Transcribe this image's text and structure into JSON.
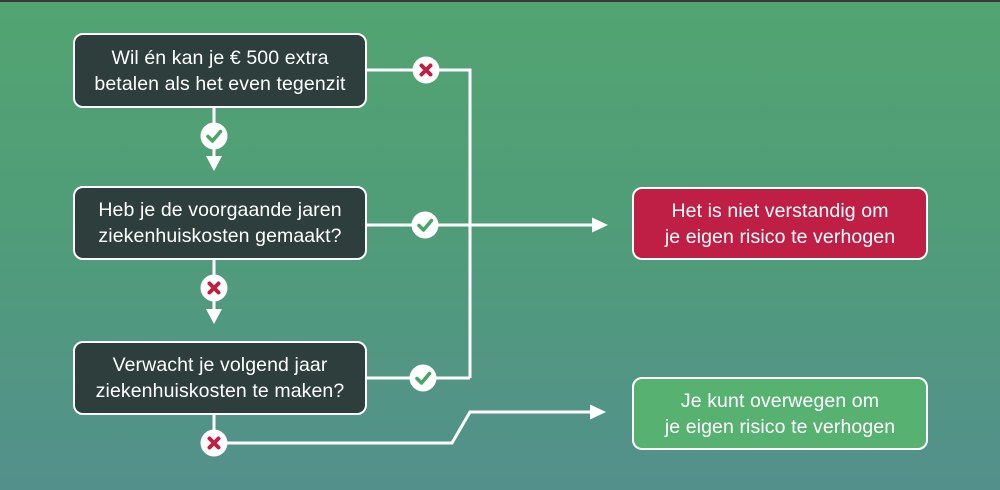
{
  "background": {
    "gradient_top": "#52a471",
    "gradient_bottom": "#53908c",
    "top_edge_line": "#3a3a3a"
  },
  "colors": {
    "question_box": "#2d3e3c",
    "outcome_negative": "#c01f45",
    "outcome_positive": "#57b171",
    "connector_line": "#ffffff",
    "badge_circle": "#ffffff",
    "check_green": "#4ca568",
    "cross_red": "#c01f45",
    "text": "#ffffff"
  },
  "questions": [
    {
      "line1": "Wil én kan je € 500 extra",
      "line2": "betalen als het even tegenzit"
    },
    {
      "line1": "Heb je de voorgaande jaren",
      "line2": "ziekenhuiskosten gemaakt?"
    },
    {
      "line1": "Verwacht je volgend jaar",
      "line2": "ziekenhuiskosten te maken?"
    }
  ],
  "outcomes": [
    {
      "line1": "Het is niet verstandig om",
      "line2": "je eigen risico te verhogen"
    },
    {
      "line1": "Je kunt overwegen om",
      "line2": "je eigen risico te verhogen"
    }
  ],
  "icons": {
    "check": "check-icon",
    "cross": "cross-icon",
    "arrow": "arrowhead-icon"
  }
}
